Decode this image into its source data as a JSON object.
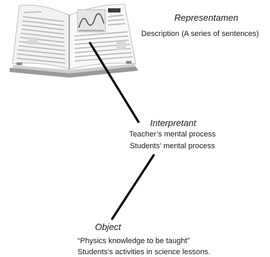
{
  "representamen": {
    "heading": "Representamen",
    "lines": [
      "Description (A series of sentences)"
    ]
  },
  "interpretant": {
    "heading": "Interpretant",
    "lines": [
      "Teacher’s mental process",
      "Students’ mental process"
    ]
  },
  "object": {
    "heading": "Object",
    "lines": [
      "“Physics knowledge to be taught”",
      "Students’s activities in science lessons."
    ]
  }
}
